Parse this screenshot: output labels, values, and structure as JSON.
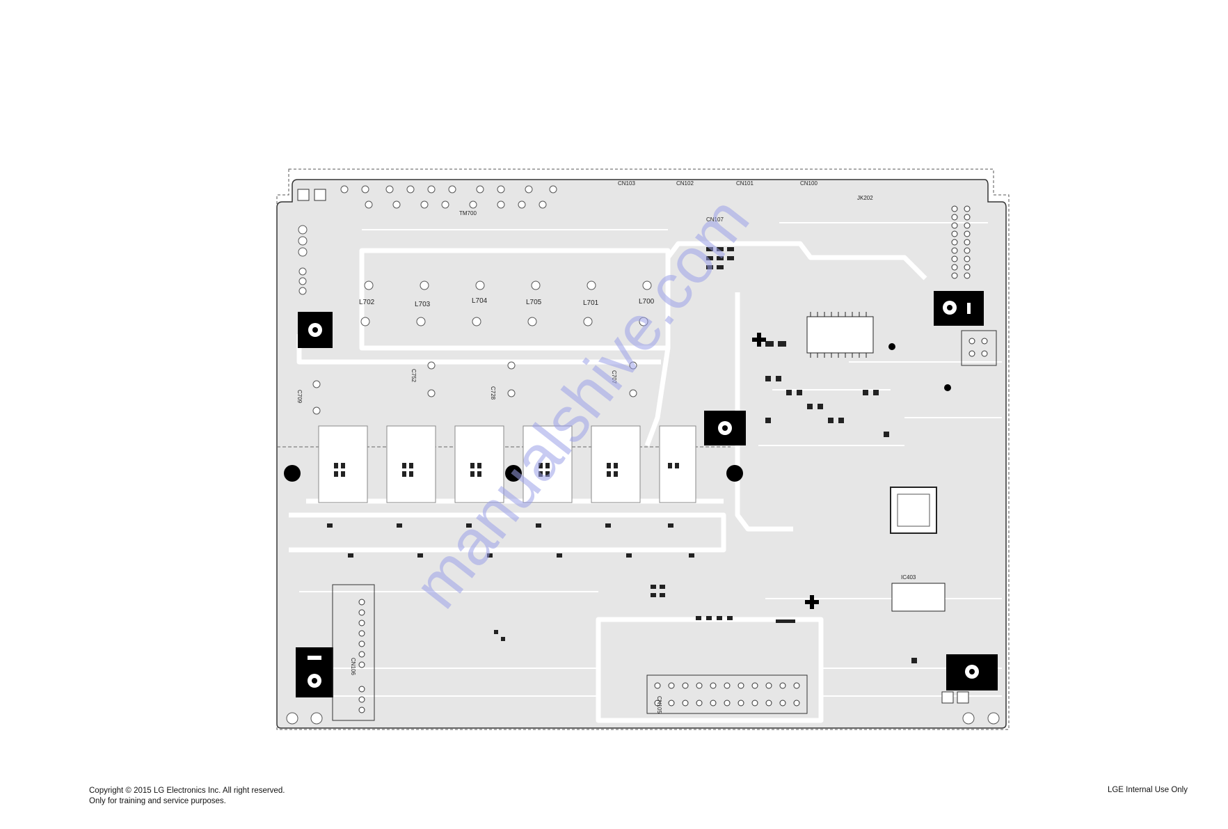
{
  "board": {
    "labels": {
      "tm700": "TM700",
      "cn103": "CN103",
      "cn102": "CN102",
      "cn101": "CN101",
      "cn100": "CN100",
      "jk202": "JK202",
      "cn107": "CN107",
      "cn105": "CN105",
      "cn106": "CN106",
      "l702": "L702",
      "l703": "L703",
      "l704": "L704",
      "l705": "L705",
      "l701": "L701",
      "l700": "L700",
      "c752": "C752",
      "c728": "C728",
      "c707": "C707",
      "c709": "C709",
      "ic403": "IC403"
    },
    "colors": {
      "board_fill": "#e6e6e6",
      "trace": "#ffffff",
      "outline": "#333333",
      "black_block": "#000000",
      "watermark": "#9aa0e8"
    }
  },
  "watermark": {
    "text": "manualshive.com"
  },
  "footer": {
    "copyright": "Copyright © 2015 LG Electronics Inc. All right reserved.",
    "note": "Only for training and service purposes.",
    "internal": "LGE Internal Use Only"
  }
}
